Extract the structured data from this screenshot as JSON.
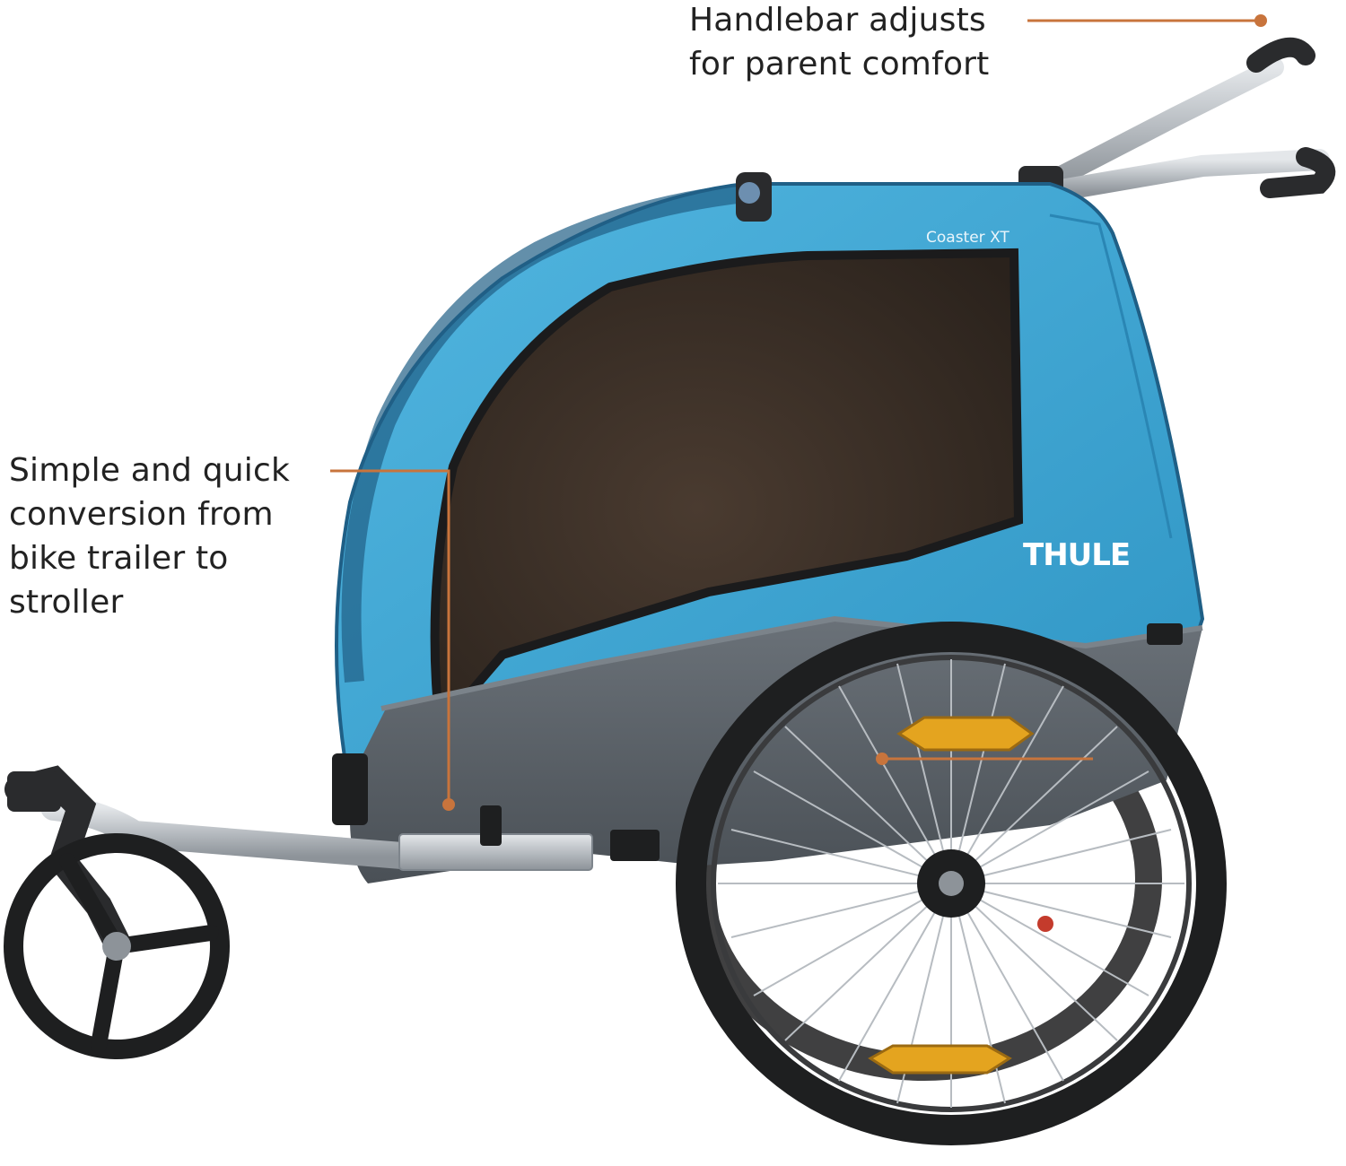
{
  "image": {
    "description": "Product photo of a blue two-seat bike trailer / stroller with labeled callouts"
  },
  "colors": {
    "background": "#ffffff",
    "canopy_blue": "#3aa6d4",
    "canopy_dark": "#215f86",
    "body_gray": "#5b6268",
    "window_tint": "#3a2e26",
    "tire_black": "#1e1f20",
    "aluminum": "#c3c7cb",
    "callout_line": "#c8743c",
    "reflector_amber": "#e4a41f",
    "label_text": "#222222"
  },
  "branding": {
    "model_name": "Coaster XT",
    "brand": "THULE"
  },
  "callouts": [
    {
      "id": "handlebar",
      "lines": [
        "Handlebar adjusts",
        "for parent comfort"
      ]
    },
    {
      "id": "conversion",
      "lines": [
        "Simple and quick",
        "conversion from",
        "bike trailer to",
        "stroller"
      ]
    }
  ]
}
